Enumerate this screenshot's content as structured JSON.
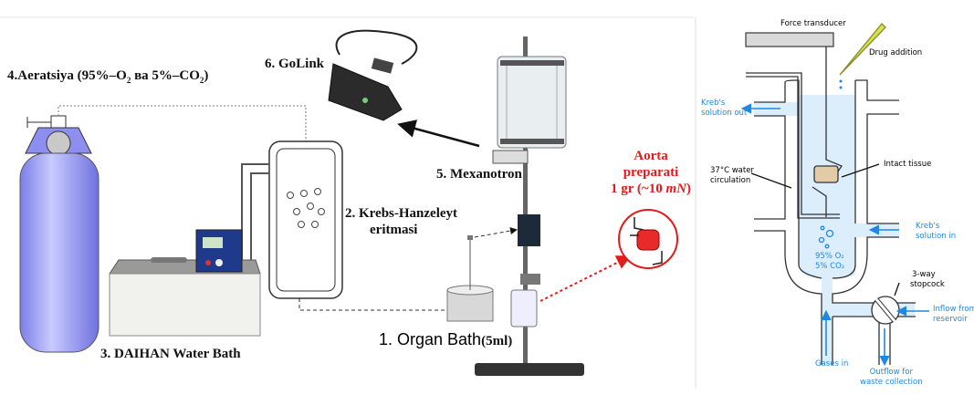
{
  "left_panel": {
    "labels": {
      "aeration": "4.Aeratsiya (95%–O",
      "aeration_sub1": "2",
      "aeration_mid": " ва 5%–CO",
      "aeration_sub2": "2",
      "aeration_end": ")",
      "golink": "6. GoLink",
      "mexanotron": "5. Mexanotron",
      "krebs_line1": "2. Krebs-Hanzeleyt",
      "krebs_line2": "eritmasi",
      "water_bath": "3. DAIHAN Water Bath",
      "organ_bath": "1. Organ Bath",
      "organ_bath_volume": "(5ml)",
      "aorta_line1": "Aorta",
      "aorta_line2": "preparati",
      "aorta_line3": "1 gr (~10 ",
      "aorta_unit": "mN",
      "aorta_end": ")"
    }
  },
  "right_panel": {
    "labels": {
      "force_transducer": "Force transducer",
      "drug_addition": "Drug addition",
      "krebs_out_1": "Kreb's",
      "krebs_out_2": "solution out",
      "water_circ_1": "37°C water",
      "water_circ_2": "circulation",
      "intact_tissue": "Intact tissue",
      "krebs_in_1": "Kreb's",
      "krebs_in_2": "solution in",
      "gas_1": "95% O₂",
      "gas_2": "5% CO₂",
      "stopcock_1": "3-way",
      "stopcock_2": "stopcock",
      "inflow_1": "Inflow from",
      "inflow_2": "reservoir",
      "gases_in": "Gases in",
      "outflow_1": "Outflow for",
      "outflow_2": "waste collection"
    }
  },
  "colors": {
    "accent_blue": "#1e88e5",
    "accent_red": "#e21b1b",
    "liquid": "#dceefc",
    "cylinder": "#9a9cf0"
  }
}
